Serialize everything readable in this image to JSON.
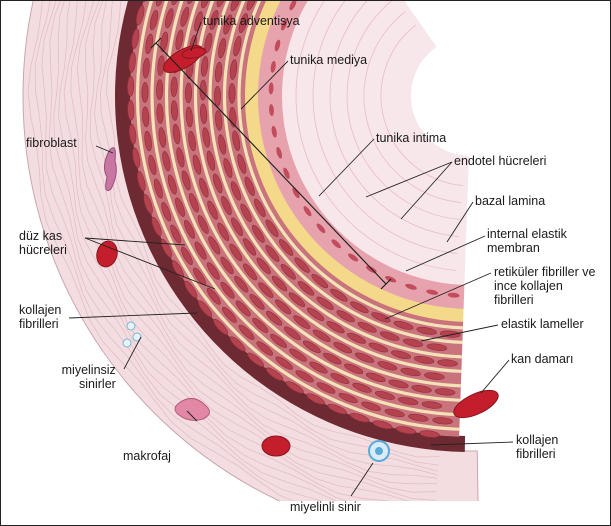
{
  "labels": {
    "tunika_adventisya": "tunika adventisya",
    "tunika_mediya": "tunika mediya",
    "tunika_intima": "tunika intima",
    "endotel_hucreleri": "endotel hücreleri",
    "bazal_lamina": "bazal lamina",
    "internal_elastik_membran": [
      "internal elastik",
      "membran"
    ],
    "retikuler_fibriller": [
      "retiküler fibriller ve",
      "ince kollajen",
      "fibrilleri"
    ],
    "elastik_lameller": "elastik lameller",
    "kan_damari": "kan damarı",
    "kollajen_fibrilleri_right": [
      "kollajen",
      "fibrilleri"
    ],
    "miyelinli_sinir": "miyelinli sinir",
    "makrofaj": "makrofaj",
    "miyelinsiz_sinirler": [
      "miyelinsiz",
      "sinirler"
    ],
    "kollajen_fibrilleri_left": [
      "kollajen",
      "fibrilleri"
    ],
    "duz_kas_hucreleri": [
      "düz kas",
      "hücreleri"
    ],
    "fibroblast": "fibroblast"
  },
  "colors": {
    "adventitia": "#f3dde0",
    "media_band": "#c9737d",
    "media_cell": "#b4424f",
    "lamella": "#f3e2b8",
    "intima_band": "#e7a3ad",
    "lumen": "#f7e6ea",
    "blood_vessel": "#c41e2c",
    "macrophage": "#e387a6",
    "nerve": "#5aa9d9",
    "leader_line": "#222222"
  }
}
